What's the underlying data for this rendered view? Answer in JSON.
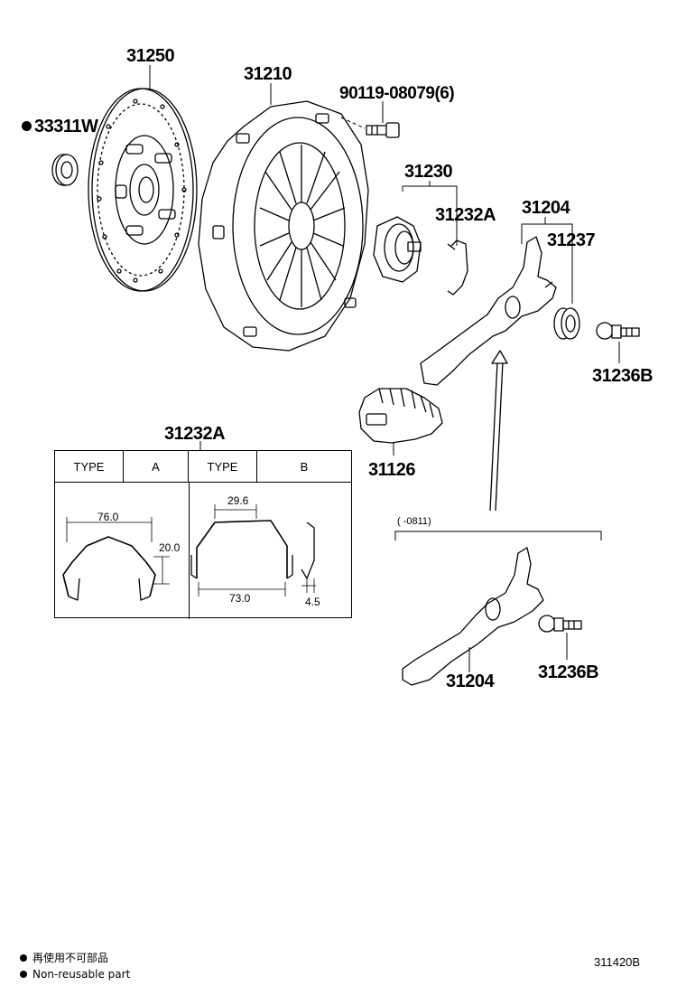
{
  "parts": {
    "p31250": "31250",
    "p33311w": "33311W",
    "p31210": "31210",
    "p90119": "90119-08079(6)",
    "p31230": "31230",
    "p31232a_top": "31232A",
    "p31204_top": "31204",
    "p31237": "31237",
    "p31236b_top": "31236B",
    "p31126": "31126",
    "p31232a_table": "31232A",
    "p31204_bottom": "31204",
    "p31236b_bottom": "31236B"
  },
  "table": {
    "type_a_label": "TYPE",
    "type_a_value": "A",
    "type_b_label": "TYPE",
    "type_b_value": "B",
    "dim_a_width": "76.0",
    "dim_a_height": "20.0",
    "dim_b_top": "29.6",
    "dim_b_width": "73.0",
    "dim_b_side": "4.5"
  },
  "bracket_note": "(  -0811)",
  "legend": {
    "jp": "再使用不可部品",
    "en": "Non-reusable part"
  },
  "figure_code": "311420B"
}
